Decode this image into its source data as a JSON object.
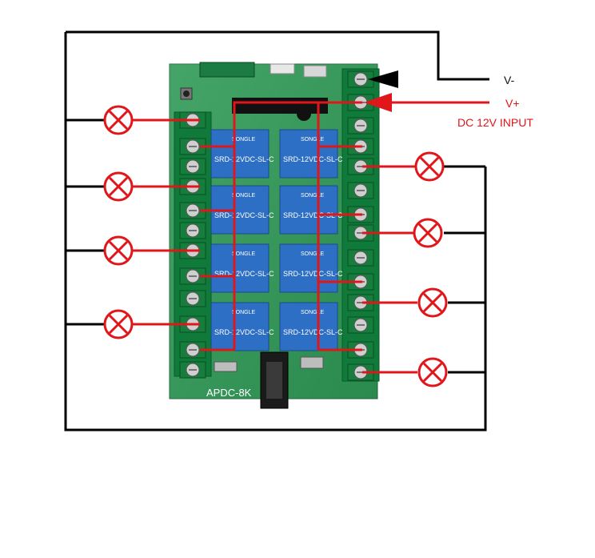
{
  "labels": {
    "v_minus": "V-",
    "v_plus": "V+",
    "dc_input": "DC 12V INPUT",
    "board_model": "APDC-8K",
    "relay_text_a": "SRD-12VDC-SL-C",
    "relay_brand": "SONGLE"
  },
  "relay_count": 8,
  "lamp_count": 8,
  "colors": {
    "pcb": "#2f9a56",
    "relay": "#2d6fc4",
    "wire_black": "#000000",
    "wire_red": "#e0161b",
    "lamp": "#e0161b",
    "terminal": "#0f7a3a"
  }
}
